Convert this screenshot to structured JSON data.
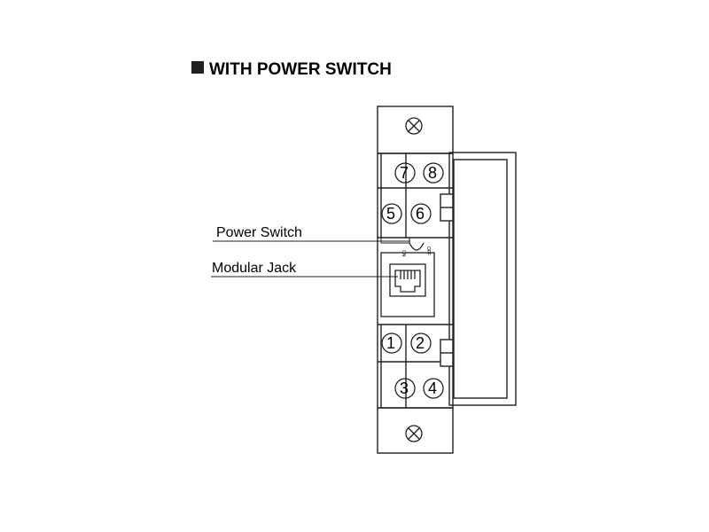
{
  "heading": "WITH POWER SWITCH",
  "labels": {
    "power_switch": "Power Switch",
    "modular_jack": "Modular Jack"
  },
  "switch": {
    "on": "ON",
    "off": "OFF"
  },
  "terminals": {
    "t1": "1",
    "t2": "2",
    "t3": "3",
    "t4": "4",
    "t5": "5",
    "t6": "6",
    "t7": "7",
    "t8": "8"
  },
  "icons": {
    "heading_marker": "black-square-icon",
    "top_screw": "screw-icon",
    "bottom_screw": "screw-icon"
  }
}
